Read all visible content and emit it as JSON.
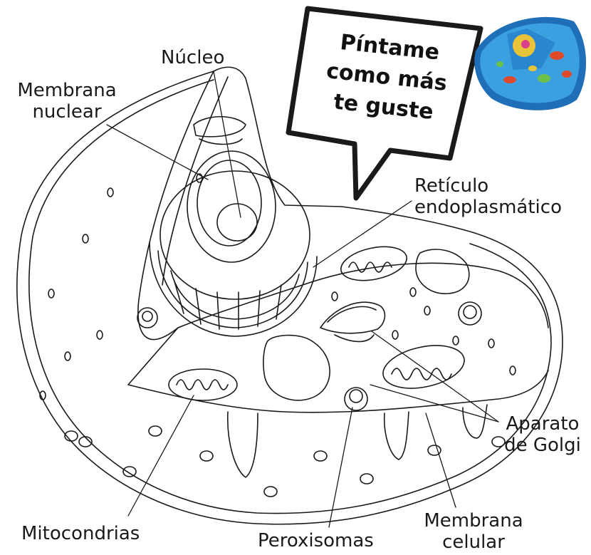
{
  "labels": {
    "nucleo": "Núcleo",
    "membrana_nuclear_1": "Membrana",
    "membrana_nuclear_2": "nuclear",
    "reticulo_1": "Retículo",
    "reticulo_2": "endoplasmático",
    "aparato_1": "Aparato",
    "aparato_2": "de Golgi",
    "membrana_celular_1": "Membrana",
    "membrana_celular_2": "celular",
    "peroxisomas": "Peroxisomas",
    "mitocondrias": "Mitocondrias"
  },
  "bubble": {
    "line1": "Píntame",
    "line2": "como más",
    "line3": "te guste"
  },
  "colors": {
    "line": "#1a1a1a",
    "thumb_cytoplasm": "#3aa0e0",
    "thumb_rim": "#1f6fb8",
    "thumb_nucleus": "#e8c43a",
    "thumb_nucleolus": "#d9408a",
    "thumb_mito": "#e04a2a",
    "thumb_green": "#6cc04a"
  }
}
